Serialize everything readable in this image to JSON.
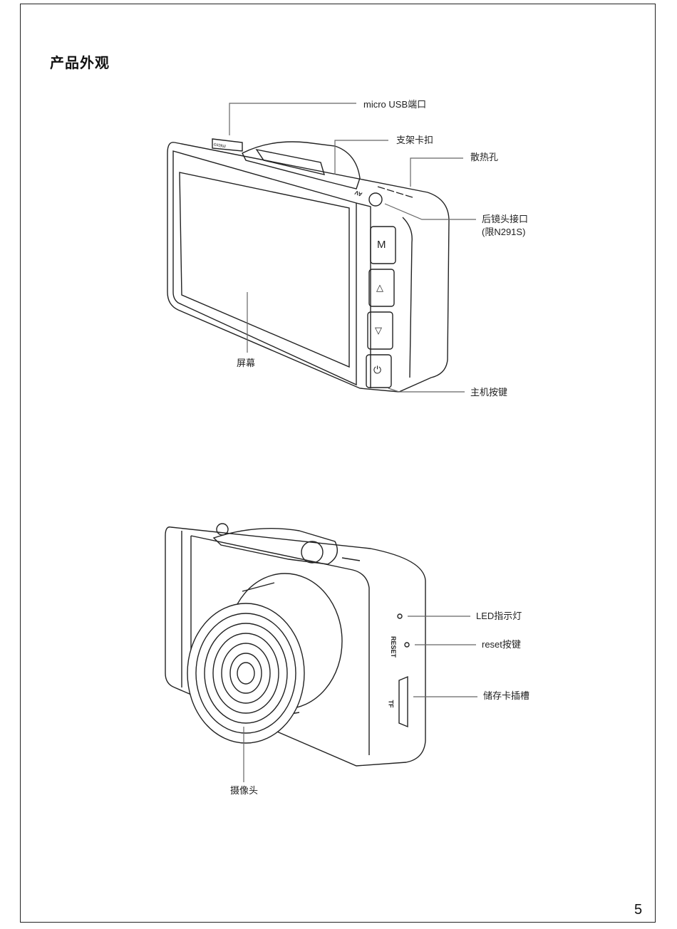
{
  "section_title": "产品外观",
  "front_view": {
    "labels": {
      "micro_usb": "micro USB端口",
      "mount_clip": "支架卡扣",
      "vents": "散热孔",
      "rear_cam_port": "后镜头接口",
      "rear_cam_note": "(限N291S)",
      "screen": "屏幕",
      "main_buttons": "主机按键"
    },
    "button_glyphs": {
      "menu": "M",
      "up": "△",
      "down": "▽",
      "power": "⏻"
    },
    "printed_marks": {
      "usb": "micro",
      "av": "AV"
    }
  },
  "back_view": {
    "labels": {
      "led": "LED指示灯",
      "reset": "reset按键",
      "card_slot": "储存卡插槽",
      "camera": "摄像头"
    },
    "printed_marks": {
      "reset": "RESET",
      "tf": "TF"
    }
  },
  "page_number": "5"
}
